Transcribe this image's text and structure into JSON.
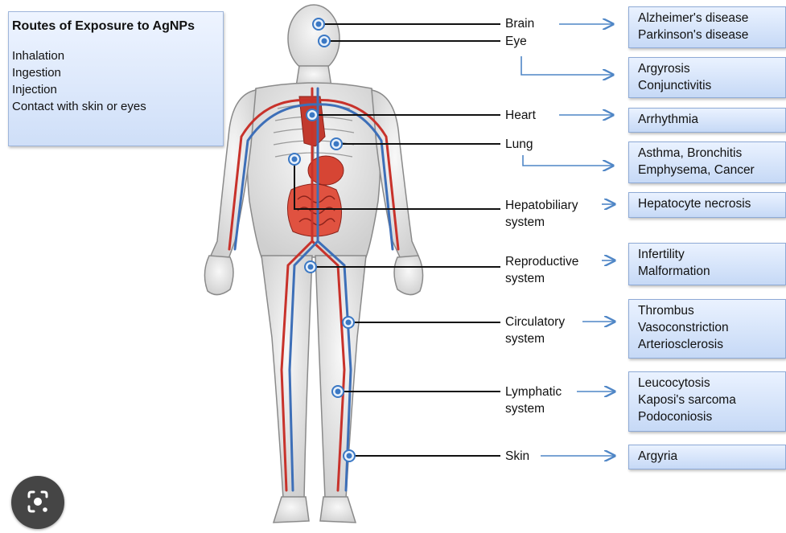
{
  "routes": {
    "title": "Routes of Exposure to AgNPs",
    "items": [
      "Inhalation",
      "Ingestion",
      "Injection",
      "Contact with skin or eyes"
    ]
  },
  "organs": [
    {
      "name": "Brain",
      "effects": [
        "Alzheimer's disease",
        "Parkinson's disease"
      ]
    },
    {
      "name": "Eye",
      "effects": [
        "Argyrosis",
        "Conjunctivitis"
      ]
    },
    {
      "name": "Heart",
      "effects": [
        "Arrhythmia"
      ]
    },
    {
      "name": "Lung",
      "effects": [
        "Asthma, Bronchitis",
        "Emphysema, Cancer"
      ]
    },
    {
      "name": "Hepatobiliary system",
      "effects": [
        "Hepatocyte necrosis"
      ]
    },
    {
      "name": "Reproductive system",
      "effects": [
        "Infertility",
        "Malformation"
      ]
    },
    {
      "name": "Circulatory system",
      "effects": [
        "Thrombus",
        "Vasoconstriction",
        "Arteriosclerosis"
      ]
    },
    {
      "name": "Lymphatic system",
      "effects": [
        "Leucocytosis",
        "Kaposi's sarcoma",
        "Podoconiosis"
      ]
    },
    {
      "name": "Skin",
      "effects": [
        "Argyria"
      ]
    }
  ],
  "colors": {
    "artery": "#c8322b",
    "vein": "#3d6fb8",
    "marker": "#3b78c4",
    "arrow": "#4f86c6",
    "box": "#cfe0f8"
  },
  "lens_button": {
    "icon": "google-lens-icon"
  }
}
